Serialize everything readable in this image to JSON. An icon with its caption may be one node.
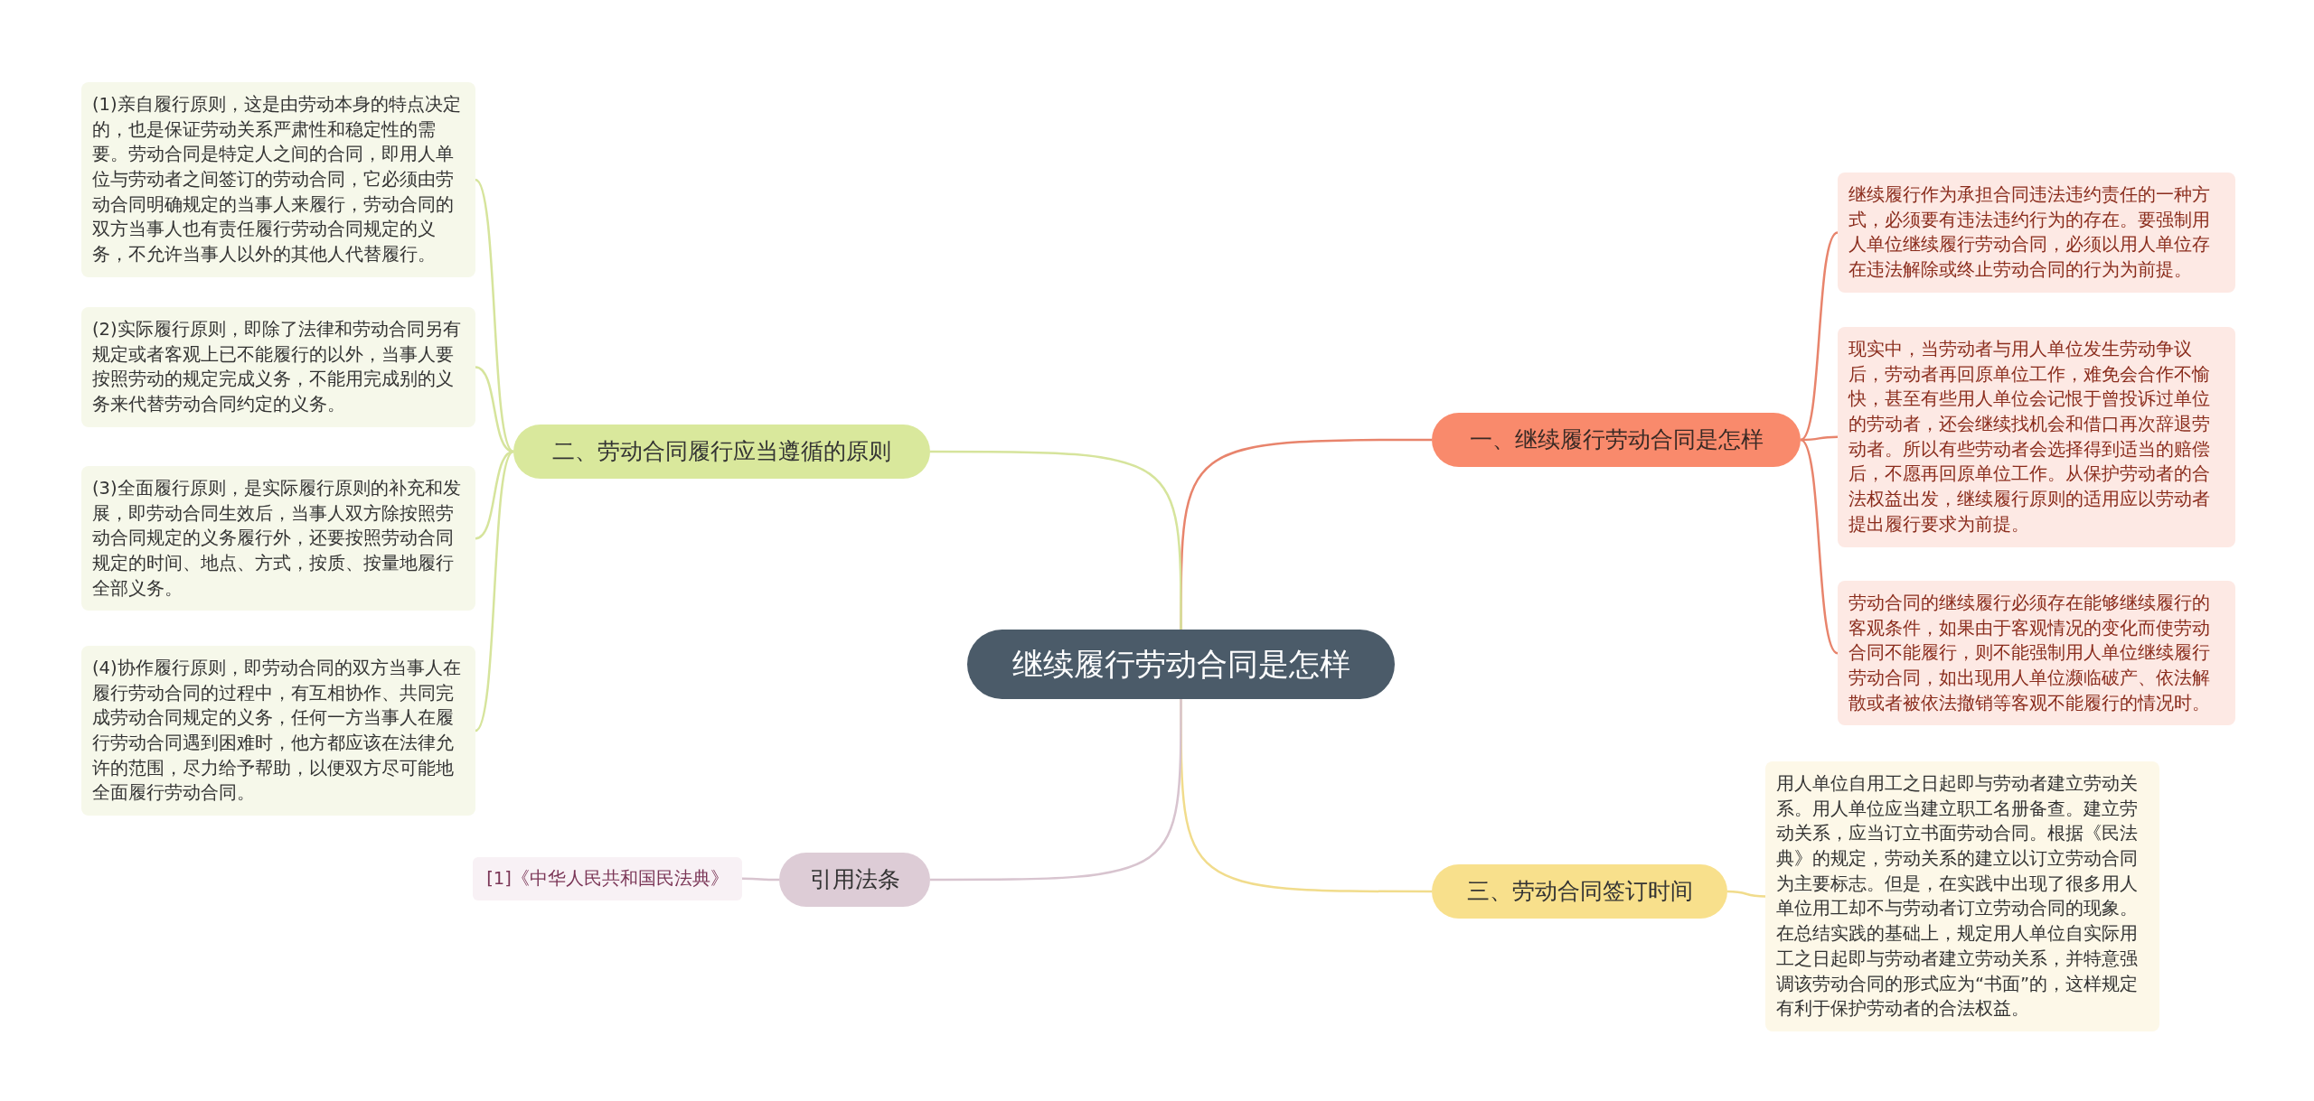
{
  "diagram": {
    "nodes": [
      {
        "text": [
          "继续履行劳动合同是怎样"
        ]
      },
      {
        "text": [
          "一、继续履行劳动合同是怎样"
        ]
      },
      {
        "text": [
          "继续履行作为承担合同违法违约责任的一种方式，必须要有违法违约行为的存在。要强制用人单位继续履行劳动合同，必须以用人单位存在违法解除或终止劳动合同的行为为前提。"
        ]
      },
      {
        "text": [
          "现实中，当劳动者与用人单位发生劳动争议后，劳动者再回原单位工作，难免会合作不愉快，甚至有些用人单位会记恨于曾投诉过单位的劳动者，还会继续找机会和借口再次辞退劳动者。所以有些劳动者会选择得到适当的赔偿后，不愿再回原单位工作。从保护劳动者的合法权益出发，继续履行原则的适用应以劳动者提出履行要求为前提。"
        ]
      },
      {
        "text": [
          "劳动合同的继续履行必须存在能够继续履行的客观条件，如果由于客观情况的变化而使劳动合同不能履行，则不能强制用人单位继续履行劳动合同，如出现用人单位濒临破产、依法解散或者被依法撤销等客观不能履行的情况时。"
        ]
      },
      {
        "text": [
          "二、劳动合同履行应当遵循的原则"
        ]
      },
      {
        "text": [
          "(1)亲自履行原则，这是由劳动本身的特点决定的，也是保证劳动关系严肃性和稳定性的需要。劳动合同是特定人之间的合同，即用人单位与劳动者之间签订的劳动合同，它必须由劳动合同明确规定的当事人来履行，劳动合同的双方当事人也有责任履行劳动合同规定的义务，不允许当事人以外的其他人代替履行。"
        ]
      },
      {
        "text": [
          "(2)实际履行原则，即除了法律和劳动合同另有规定或者客观上已不能履行的以外，当事人要按照劳动的规定完成义务，不能用完成别的义务来代替劳动合同约定的义务。"
        ]
      },
      {
        "text": [
          "(3)全面履行原则，是实际履行原则的补充和发展，即劳动合同生效后，当事人双方除按照劳动合同规定的义务履行外，还要按照劳动合同规定的时间、地点、方式，按质、按量地履行全部义务。"
        ]
      },
      {
        "text": [
          "(4)协作履行原则，即劳动合同的双方当事人在履行劳动合同的过程中，有互相协作、共同完成劳动合同规定的义务，任何一方当事人在履行劳动合同遇到困难时，他方都应该在法律允许的范围，尽力给予帮助，以便双方尽可能地全面履行劳动合同。"
        ]
      },
      {
        "text": [
          "三、劳动合同签订时间"
        ]
      },
      {
        "text": [
          "用人单位自用工之日起即与劳动者建立劳动关系。用人单位应当建立职工名册备查。建立劳动关系，应当订立书面劳动合同。根据《民法典》的规定，劳动关系的建立以订立劳动合同为主要标志。但是，在实践中出现了很多用人单位用工却不与劳动者订立劳动合同的现象。在总结实践的基础上，规定用人单位自实际用工之日起即与劳动者建立劳动关系，并特意强调该劳动合同的形式应为“书面”的，这样规定有利于保护劳动者的合法权益。"
        ]
      },
      {
        "text": [
          "引用法条"
        ]
      },
      {
        "text": [
          "[1]《中华人民共和国民法典》"
        ]
      }
    ],
    "edges": [
      {
        "from": 0,
        "to": 1,
        "arrow": "none",
        "color": "#e8846c"
      },
      {
        "from": 1,
        "to": 2,
        "arrow": "none",
        "color": "#e8846c"
      },
      {
        "from": 1,
        "to": 3,
        "arrow": "none",
        "color": "#e8846c"
      },
      {
        "from": 1,
        "to": 4,
        "arrow": "none",
        "color": "#e8846c"
      },
      {
        "from": 0,
        "to": 5,
        "arrow": "none",
        "color": "#d6e49c"
      },
      {
        "from": 5,
        "to": 6,
        "arrow": "none",
        "color": "#d6e49c"
      },
      {
        "from": 5,
        "to": 7,
        "arrow": "none",
        "color": "#d6e49c"
      },
      {
        "from": 5,
        "to": 8,
        "arrow": "none",
        "color": "#d6e49c"
      },
      {
        "from": 5,
        "to": 9,
        "arrow": "none",
        "color": "#d6e49c"
      },
      {
        "from": 0,
        "to": 10,
        "arrow": "none",
        "color": "#f1dc8c"
      },
      {
        "from": 10,
        "to": 11,
        "arrow": "none",
        "color": "#f1dc8c"
      },
      {
        "from": 0,
        "to": 12,
        "arrow": "none",
        "color": "#d8c4cf"
      },
      {
        "from": 12,
        "to": 13,
        "arrow": "none",
        "color": "#d8c4cf"
      }
    ]
  }
}
